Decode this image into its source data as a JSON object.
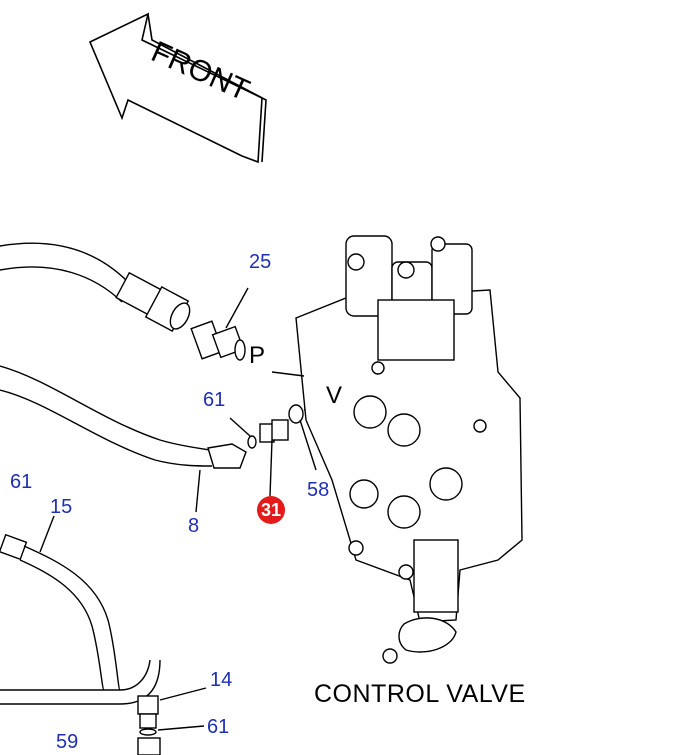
{
  "arrow_label": "FRONT",
  "caption": "CONTROL VALVE",
  "port_labels": {
    "p": "P",
    "v": "V"
  },
  "callouts": {
    "c25": "25",
    "c61a": "61",
    "c61b": "61",
    "c61c": "61",
    "c31": "31",
    "c58": "58",
    "c8": "8",
    "c15": "15",
    "c14": "14",
    "c59": "59"
  },
  "colors": {
    "callout_text": "#1f2fb5",
    "highlight": "#e41b1b"
  }
}
